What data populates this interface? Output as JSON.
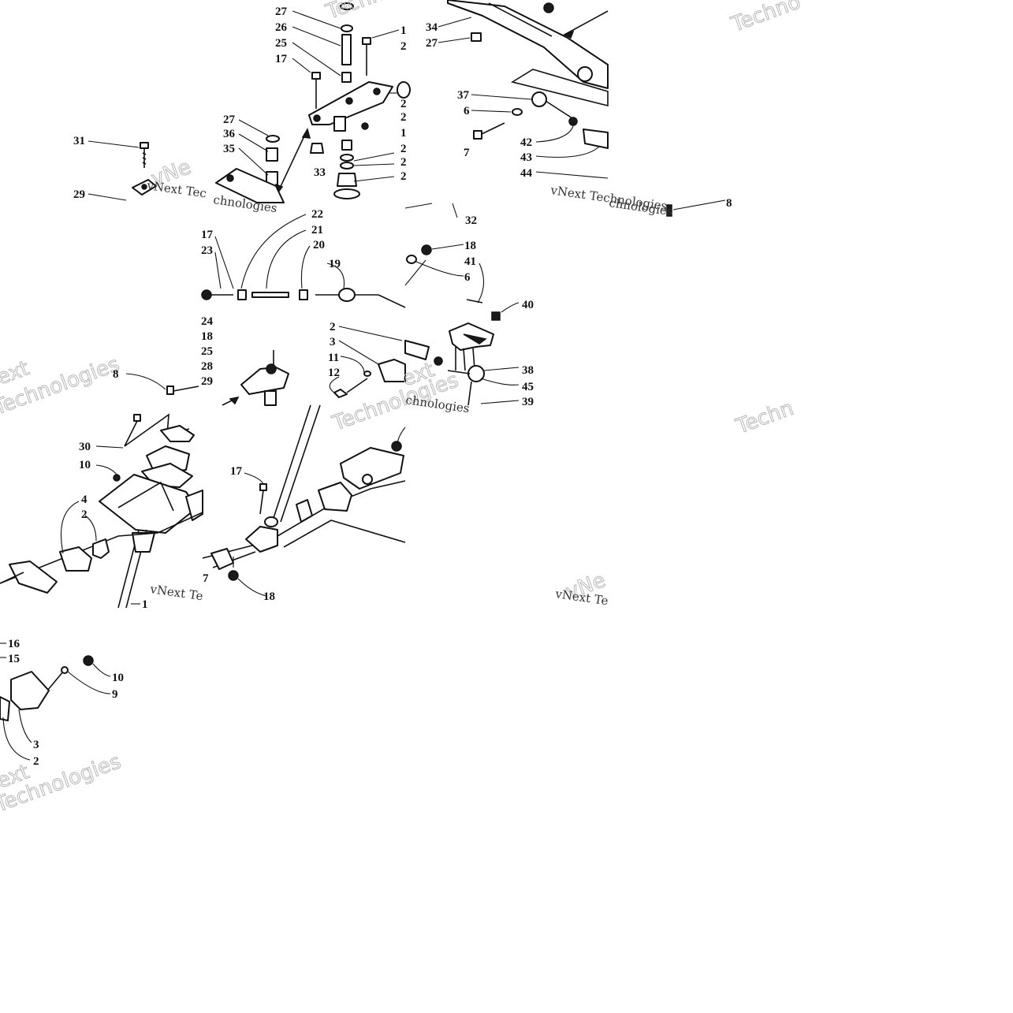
{
  "diagram": {
    "type": "exploded-parts-diagram",
    "colors": {
      "ink": "#111111",
      "background": "#ffffff",
      "watermark": "#b8b8b8"
    },
    "watermarks": [
      "Techno",
      "vNext Technologies",
      "vNe",
      "vNext Tec",
      "chnologies",
      "Technologies",
      "ext",
      "Techn",
      "vNext Te",
      "vNe"
    ],
    "callouts": [
      "27",
      "26",
      "25",
      "17",
      "1",
      "2",
      "34",
      "27",
      "37",
      "6",
      "7",
      "42",
      "43",
      "44",
      "31",
      "27",
      "36",
      "35",
      "33",
      "29",
      "2",
      "1",
      "2",
      "2",
      "2",
      "2",
      "32",
      "17",
      "23",
      "22",
      "21",
      "20",
      "19",
      "18",
      "6",
      "41",
      "40",
      "24",
      "18",
      "25",
      "28",
      "29",
      "8",
      "2",
      "3",
      "11",
      "12",
      "38",
      "45",
      "39",
      "30",
      "10",
      "4",
      "2",
      "17",
      "7",
      "18",
      "1",
      "16",
      "15",
      "10",
      "9",
      "3",
      "2",
      "8"
    ]
  }
}
